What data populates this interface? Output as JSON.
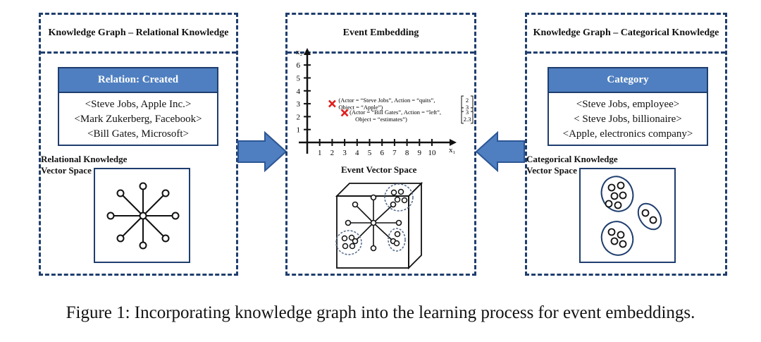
{
  "left": {
    "title": "Knowledge Graph – Relational Knowledge",
    "box_header": "Relation: Created",
    "box_items": [
      "<Steve Jobs, Apple Inc.>",
      "<Mark Zukerberg, Facebook>",
      "<Bill Gates, Microsoft>"
    ],
    "space_label": "Relational Knowledge\nVector Space"
  },
  "center": {
    "title": "Event Embedding",
    "x_axis_label": "x₁",
    "y_axis_label": "x₂",
    "x_ticks": [
      "1",
      "2",
      "3",
      "4",
      "5",
      "6",
      "7",
      "8",
      "9",
      "10"
    ],
    "y_ticks": [
      "1",
      "2",
      "3",
      "4",
      "5",
      "6"
    ],
    "events": [
      {
        "x": 2,
        "y": 3,
        "line1": "(Actor = “Steve Jobs”, Action = “quits”,",
        "line2": "Object = “Apple”)",
        "vector": [
          "2",
          "3"
        ]
      },
      {
        "x": 3,
        "y": 2.3,
        "line1": "(Actor = “Bill Gates”, Action = “left”,",
        "line2": "Object = “estimates”)",
        "vector": [
          "3",
          "2.3"
        ]
      }
    ],
    "space_label": "Event Vector Space"
  },
  "right": {
    "title": "Knowledge Graph – Categorical Knowledge",
    "box_header": "Category",
    "box_items": [
      "<Steve Jobs, employee>",
      "< Steve Jobs, billionaire>",
      "<Apple, electronics company>"
    ],
    "space_label": "Categorical Knowledge\nVector Space"
  },
  "colors": {
    "dashed_border": "#1f3e6e",
    "box_header": "#4f7fc0",
    "arrow": "#4f7fc0",
    "marker": "#e02020"
  },
  "caption": "Figure 1: Incorporating knowledge graph into the learning process for event embeddings."
}
